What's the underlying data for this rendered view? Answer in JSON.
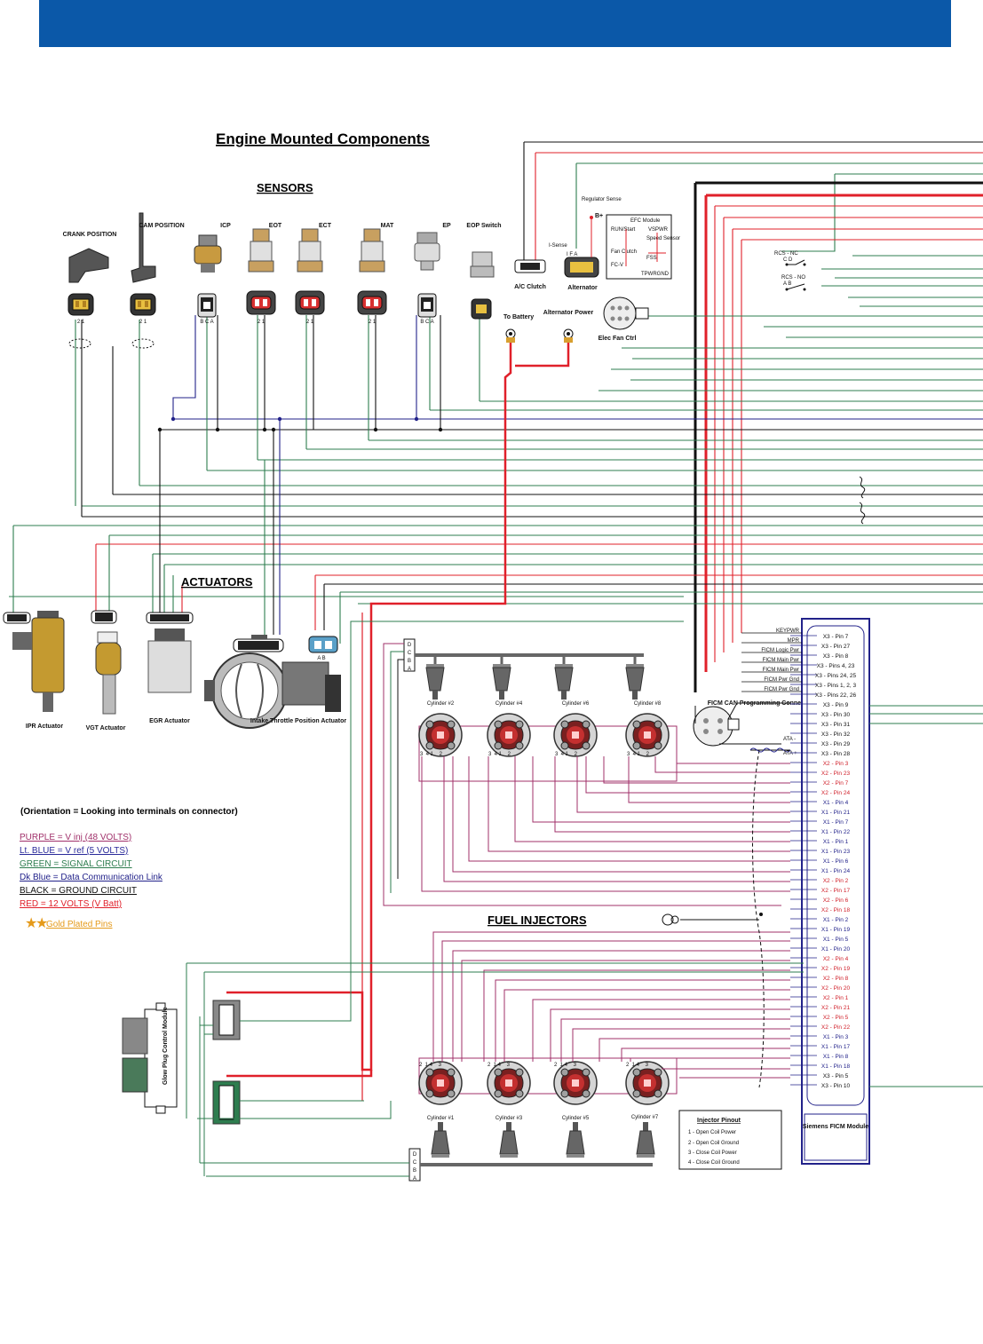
{
  "titles": {
    "main": "Engine Mounted Components",
    "sensors": "SENSORS",
    "actuators": "ACTUATORS",
    "fuel_injectors": "FUEL INJECTORS"
  },
  "colors": {
    "banner": "#0b58a8",
    "red_wire": "#e0202a",
    "green_wire": "#2e7d4f",
    "blue_wire": "#22228a",
    "black_wire": "#111111",
    "purple_wire": "#a0306a"
  },
  "sensors": [
    {
      "name": "CRANK POSITION",
      "pins": "2 1"
    },
    {
      "name": "CAM POSITION",
      "pins": "2 1"
    },
    {
      "name": "ICP",
      "pins": "B C A"
    },
    {
      "name": "EOT",
      "pins": "2 1"
    },
    {
      "name": "ECT",
      "pins": "2 1"
    },
    {
      "name": "MAT",
      "pins": "2 1"
    },
    {
      "name": "EP",
      "pins": "B C A"
    },
    {
      "name": "EOP Switch",
      "pins": ""
    }
  ],
  "misc_components": {
    "ac_clutch": "A/C Clutch",
    "alternator": "Alternator",
    "regulator_sense": "Regulator Sense",
    "b_plus": "B+",
    "i_sense": "I-Sense",
    "alt_pins": "I  F  A",
    "efc_module": "EFC Module",
    "run_start": "RUN/Start",
    "vspwr": "VSPWR",
    "speed_sensor": "Speed Sensor",
    "fan_clutch": "Fan Clutch",
    "fss": "FSS",
    "tpwrgnd": "TPWRGND",
    "fc_v": "FC-V",
    "to_battery": "To Battery",
    "alternator_power": "Alternator Power",
    "elec_fan_ctrl": "Elec Fan Ctrl",
    "rcs_nc": "RCS - NC",
    "rcs_nc_pins": "C   D",
    "rcs_no": "RCS - NO",
    "rcs_no_pins": "A   B"
  },
  "actuators": [
    {
      "name": "IPR Actuator"
    },
    {
      "name": "VGT Actuator"
    },
    {
      "name": "EGR Actuator"
    },
    {
      "name": "Intake Throttle Position Actuator"
    }
  ],
  "actuator_pins": "A  B",
  "connector_letters": [
    "D",
    "C",
    "B",
    "A"
  ],
  "cylinders_top": [
    "Cylinder #2",
    "Cylinder #4",
    "Cylinder #6",
    "Cylinder #8"
  ],
  "cylinders_bottom": [
    "Cylinder #1",
    "Cylinder #3",
    "Cylinder #5",
    "Cylinder #7"
  ],
  "injector_pin_row_top": "3  4 1    2",
  "injector_pin_row_bottom": "2  1 4    3",
  "ficm_can": {
    "title": "FICM CAN Programming Connector",
    "ata_minus": "ATA -",
    "ata_plus": "ATA +"
  },
  "ficm_signals": [
    "KEYPWR",
    "MPR",
    "FICM Logic Pwr",
    "FICM Main Pwr",
    "FICM Main Pwr",
    "FICM Pwr Gnd",
    "FICM Pwr Gnd"
  ],
  "ficm_pins": [
    {
      "label": "X3 - Pin 7",
      "color": "#111111"
    },
    {
      "label": "X3 - Pin 27",
      "color": "#111111"
    },
    {
      "label": "X3 - Pin 8",
      "color": "#111111"
    },
    {
      "label": "X3 - Pins 4, 23",
      "color": "#111111"
    },
    {
      "label": "X3 - Pins 24, 25",
      "color": "#111111"
    },
    {
      "label": "X3 - Pins 1, 2, 3",
      "color": "#111111"
    },
    {
      "label": "X3 - Pins 22, 26",
      "color": "#111111"
    },
    {
      "label": "X3 - Pin 9",
      "color": "#111111"
    },
    {
      "label": "X3 - Pin 30",
      "color": "#111111"
    },
    {
      "label": "X3 - Pin 31",
      "color": "#111111"
    },
    {
      "label": "X3 - Pin 32",
      "color": "#111111"
    },
    {
      "label": "X3 - Pin 29",
      "color": "#111111"
    },
    {
      "label": "X3 - Pin 28",
      "color": "#111111"
    },
    {
      "label": "X2 - Pin 3",
      "color": "#d0202a"
    },
    {
      "label": "X2 - Pin 23",
      "color": "#d0202a"
    },
    {
      "label": "X2 - Pin 7",
      "color": "#d0202a"
    },
    {
      "label": "X2 - Pin 24",
      "color": "#d0202a"
    },
    {
      "label": "X1 - Pin 4",
      "color": "#22228a"
    },
    {
      "label": "X1 - Pin 21",
      "color": "#22228a"
    },
    {
      "label": "X1 - Pin 7",
      "color": "#22228a"
    },
    {
      "label": "X1 - Pin 22",
      "color": "#22228a"
    },
    {
      "label": "X1 - Pin 1",
      "color": "#22228a"
    },
    {
      "label": "X1 - Pin 23",
      "color": "#22228a"
    },
    {
      "label": "X1 - Pin 6",
      "color": "#22228a"
    },
    {
      "label": "X1 - Pin 24",
      "color": "#22228a"
    },
    {
      "label": "X2 - Pin 2",
      "color": "#d0202a"
    },
    {
      "label": "X2 - Pin 17",
      "color": "#d0202a"
    },
    {
      "label": "X2 - Pin 6",
      "color": "#d0202a"
    },
    {
      "label": "X2 - Pin 18",
      "color": "#d0202a"
    },
    {
      "label": "X1 - Pin 2",
      "color": "#22228a"
    },
    {
      "label": "X1 - Pin 19",
      "color": "#22228a"
    },
    {
      "label": "X1 - Pin 5",
      "color": "#22228a"
    },
    {
      "label": "X1 - Pin 20",
      "color": "#22228a"
    },
    {
      "label": "X2 - Pin 4",
      "color": "#d0202a"
    },
    {
      "label": "X2 - Pin 19",
      "color": "#d0202a"
    },
    {
      "label": "X2 - Pin 8",
      "color": "#d0202a"
    },
    {
      "label": "X2 - Pin 20",
      "color": "#d0202a"
    },
    {
      "label": "X2 - Pin 1",
      "color": "#d0202a"
    },
    {
      "label": "X2 - Pin 21",
      "color": "#d0202a"
    },
    {
      "label": "X2 - Pin 5",
      "color": "#d0202a"
    },
    {
      "label": "X2 - Pin 22",
      "color": "#d0202a"
    },
    {
      "label": "X1 - Pin 3",
      "color": "#22228a"
    },
    {
      "label": "X1 - Pin 17",
      "color": "#22228a"
    },
    {
      "label": "X1 - Pin 8",
      "color": "#22228a"
    },
    {
      "label": "X1 - Pin 18",
      "color": "#22228a"
    },
    {
      "label": "X3 - Pin 5",
      "color": "#111111"
    },
    {
      "label": "X3 - Pin 10",
      "color": "#111111"
    }
  ],
  "ficm_module": "Siemens FICM Module",
  "legend": {
    "orientation": "(Orientation = Looking into terminals on connector)",
    "items": [
      {
        "text": "PURPLE = V inj (48 VOLTS)",
        "color": "#a0306a"
      },
      {
        "text": "Lt. BLUE = V ref (5 VOLTS)",
        "color": "#2a2a9a"
      },
      {
        "text": "GREEN = SIGNAL CIRCUIT",
        "color": "#2e7d4f"
      },
      {
        "text": "Dk Blue = Data Communication Link",
        "color": "#22228a"
      },
      {
        "text": "BLACK = GROUND CIRCUIT",
        "color": "#111111"
      },
      {
        "text": "RED = 12 VOLTS (V Batt)",
        "color": "#e0202a"
      }
    ],
    "gold": "Gold Plated Pins",
    "gold_color": "#e59a1a"
  },
  "glow_plug": "Glow Plug Control Module",
  "injector_pinout": {
    "title": "Injector Pinout",
    "items": [
      "1 - Open Coil Power",
      "2 - Open Coil Ground",
      "3 - Close Coil Power",
      "4 - Close Coil Ground"
    ]
  }
}
